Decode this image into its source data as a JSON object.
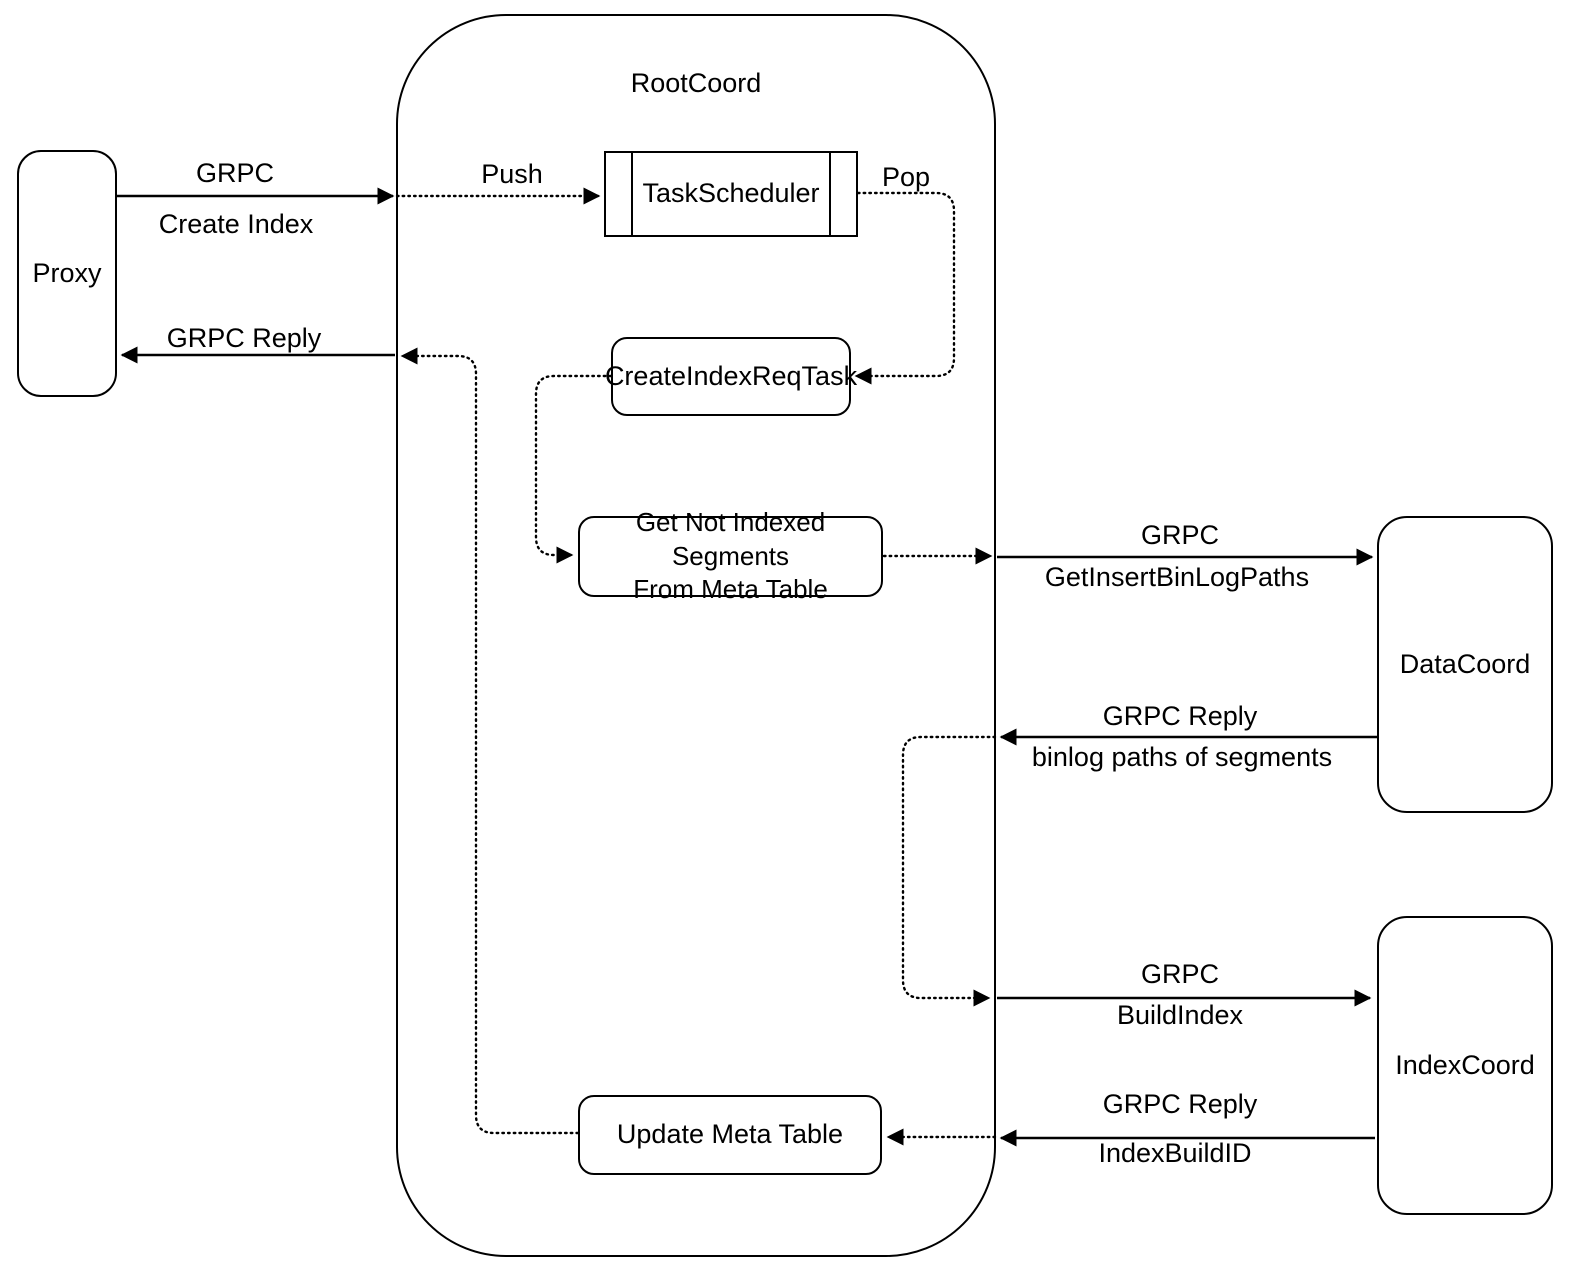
{
  "nodes": {
    "proxy": "Proxy",
    "rootcoord": "RootCoord",
    "task_scheduler": "TaskScheduler",
    "create_index_req_task": "CreateIndexReqTask",
    "get_not_indexed_line1": "Get Not Indexed Segments",
    "get_not_indexed_line2": "From Meta Table",
    "update_meta_table": "Update Meta Table",
    "datacoord": "DataCoord",
    "indexcoord": "IndexCoord"
  },
  "edges": {
    "proxy_to_rootcoord_protocol": "GRPC",
    "proxy_to_rootcoord_action": "Create Index",
    "rootcoord_to_proxy_reply": "GRPC Reply",
    "push": "Push",
    "pop": "Pop",
    "rootcoord_to_datacoord_protocol": "GRPC",
    "rootcoord_to_datacoord_action": "GetInsertBinLogPaths",
    "datacoord_to_rootcoord_reply": "GRPC Reply",
    "datacoord_to_rootcoord_payload": "binlog paths of segments",
    "rootcoord_to_indexcoord_protocol": "GRPC",
    "rootcoord_to_indexcoord_action": "BuildIndex",
    "indexcoord_to_rootcoord_reply": "GRPC Reply",
    "indexcoord_to_rootcoord_payload": "IndexBuildID"
  },
  "colors": {
    "stroke": "#000000",
    "background": "#ffffff"
  }
}
